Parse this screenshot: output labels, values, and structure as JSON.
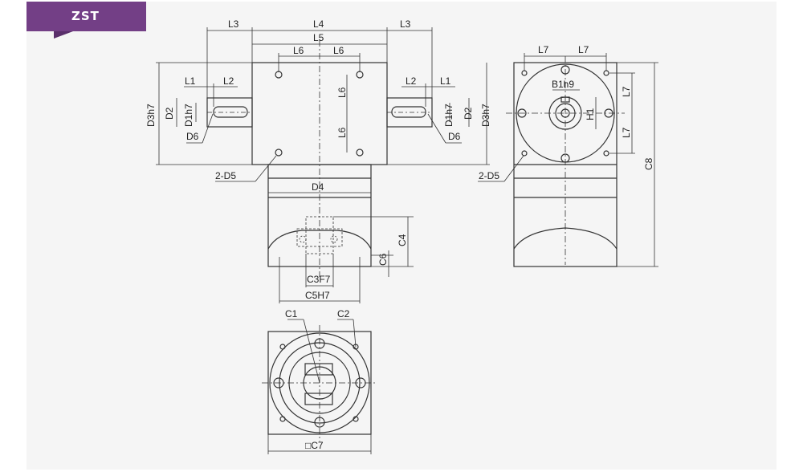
{
  "badge": {
    "label": "ZST",
    "color": "#733f86"
  },
  "colors": {
    "line": "#333333",
    "fill": "#f5f5f5"
  },
  "labels": {
    "L1": "L1",
    "L2": "L2",
    "L3": "L3",
    "L4": "L4",
    "L5": "L5",
    "L6": "L6",
    "L7": "L7",
    "D1h7": "D1h7",
    "D2": "D2",
    "D3h7": "D3h7",
    "D4": "D4",
    "D6": "D6",
    "two_D5": "2-D5",
    "B1h9": "B1h9",
    "H1": "H1",
    "C1": "C1",
    "C2": "C2",
    "C3F7": "C3F7",
    "C4": "C4",
    "C5H7": "C5H7",
    "C6": "C6",
    "C7": "□C7",
    "C8": "C8"
  }
}
